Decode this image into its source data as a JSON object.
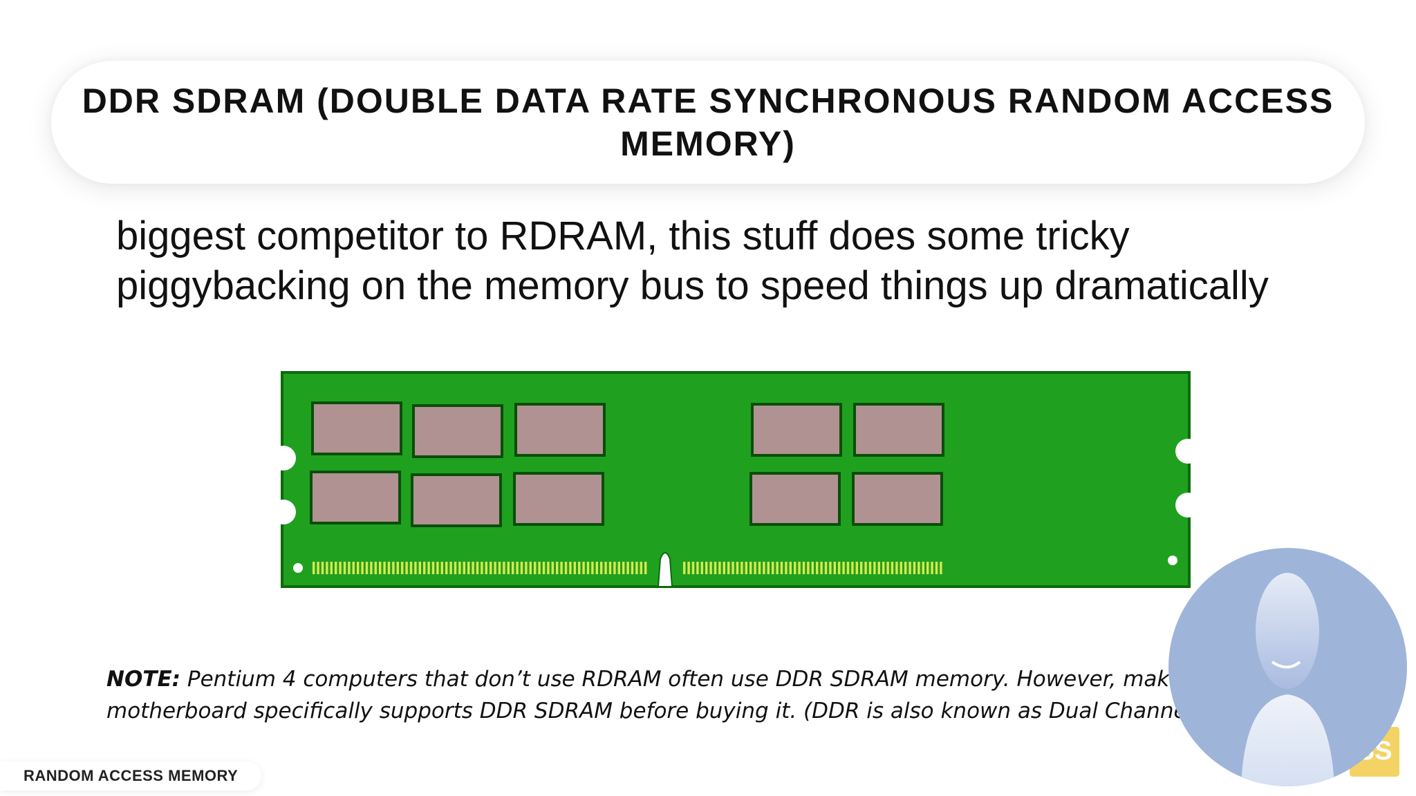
{
  "slide": {
    "title": "DDR SDRAM (DOUBLE DATA RATE SYNCHRONOUS RANDOM ACCESS MEMORY)",
    "body": "biggest competitor to RDRAM, this stuff does some tricky piggybacking on the memory bus to speed things up dramatically",
    "note_label": "NOTE:",
    "note_text": " Pentium 4 computers that don’t use RDRAM often use DDR SDRAM memory. However, make sure your motherboard specifically supports DDR SDRAM before buying it. (DDR is also known as Dual Channel.)",
    "footer_label": "RANDOM ACCESS MEMORY"
  },
  "badge": {
    "text": "SS"
  },
  "colors": {
    "pcb_green": "#1fa11f",
    "chip_fill": "#b09292",
    "pins": "#d9e84e",
    "avatar_bg": "#9fb4d9",
    "badge": "#f3cf55"
  },
  "icons": {
    "module": "ram-module-illustration",
    "presenter": "user-avatar-icon"
  }
}
